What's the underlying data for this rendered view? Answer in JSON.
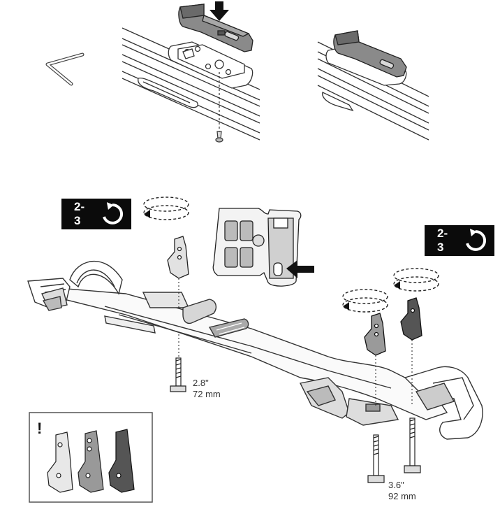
{
  "badges": {
    "left": "2-3",
    "right": "2-3"
  },
  "dimensions": {
    "short_bolt_in": "2.8\"",
    "short_bolt_mm": "72 mm",
    "long_bolt_in": "3.6\"",
    "long_bolt_mm": "92 mm"
  },
  "inset": {
    "warning": "!"
  },
  "icons": [
    "allen-key-icon",
    "down-arrow-icon",
    "left-arrow-icon",
    "rotate-clockwise-icon",
    "rotation-path-icon"
  ]
}
